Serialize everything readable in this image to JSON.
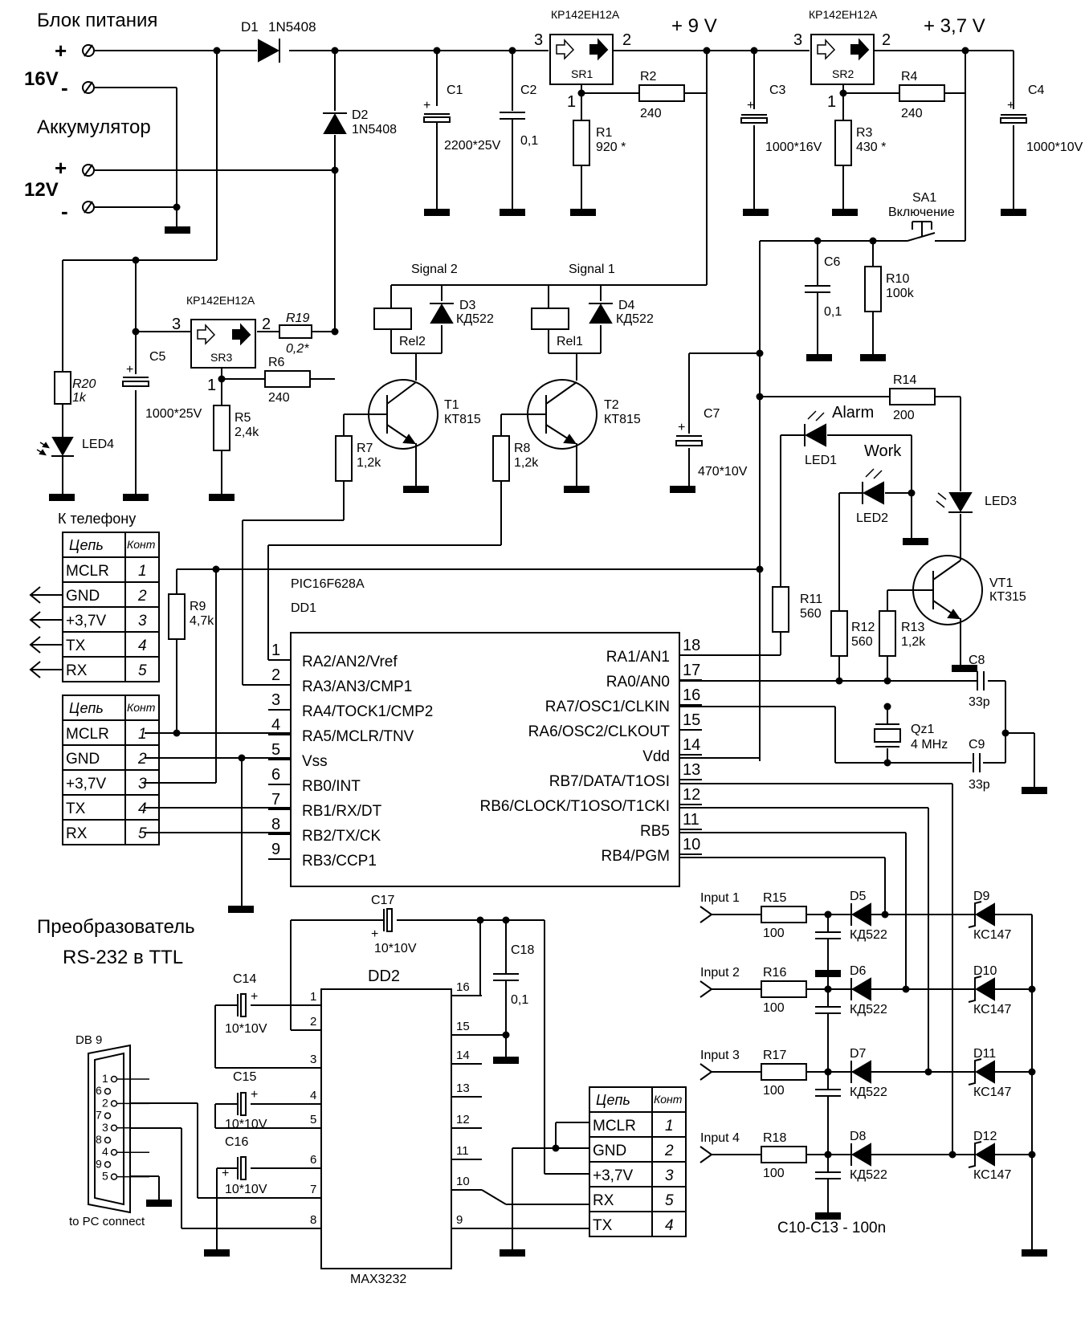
{
  "domain": "Diagram",
  "blocks": {
    "power_supply": "Блок питания",
    "battery": "Аккумулятор",
    "to_phone": "К телефону",
    "converter_1": "Преобразователь",
    "converter_2": "RS-232 в TTL",
    "v16": "16V",
    "v12": "12V",
    "plus": "+",
    "minus": "-",
    "rail_9v": "+ 9 V",
    "rail_37v": "+ 3,7 V"
  },
  "components": {
    "D1": "D1",
    "D1v": "1N5408",
    "D2": "D2",
    "D2v": "1N5408",
    "SR1": "SR1",
    "SR2": "SR2",
    "SR3": "SR3",
    "SRv": "КР142ЕН12А",
    "C1": "C1",
    "C1v": "2200*25V",
    "C2": "C2",
    "C2v": "0,1",
    "C3": "C3",
    "C3v": "1000*16V",
    "C4": "C4",
    "C4v": "1000*10V",
    "C5": "C5",
    "C5v": "1000*25V",
    "C6": "C6",
    "C6v": "0,1",
    "C7": "C7",
    "C7v": "470*10V",
    "C8": "C8",
    "C9": "C9",
    "C89v": "33p",
    "C14": "C14",
    "C15": "C15",
    "C16": "C16",
    "C17": "C17",
    "C1417v": "10*10V",
    "C18": "C18",
    "C18v": "0,1",
    "Cin": "C10-C13 - 100n",
    "R1": "R1",
    "R1v": "920 *",
    "R2": "R2",
    "R2v": "240",
    "R3": "R3",
    "R3v": "430 *",
    "R4": "R4",
    "R4v": "240",
    "R5": "R5",
    "R5v": "2,4k",
    "R6": "R6",
    "R6v": "240",
    "R19": "R19",
    "R19v": "0,2*",
    "R20": "R20",
    "R20v": "1k",
    "R7": "R7",
    "R7v": "1,2k",
    "R8": "R8",
    "R8v": "1,2k",
    "R9": "R9",
    "R9v": "4,7k",
    "R10": "R10",
    "R10v": "100k",
    "R11": "R11",
    "R11v": "560",
    "R12": "R12",
    "R12v": "560",
    "R13": "R13",
    "R13v": "1,2k",
    "R14": "R14",
    "R14v": "200",
    "R15": "R15",
    "R16": "R16",
    "R17": "R17",
    "R18": "R18",
    "R1518v": "100",
    "D3": "D3",
    "D4": "D4",
    "D5": "D5",
    "D6": "D6",
    "D7": "D7",
    "D8": "D8",
    "KD": "КД522",
    "D9": "D9",
    "D10": "D10",
    "D11": "D11",
    "D12": "D12",
    "KS": "КС147",
    "T1": "T1",
    "T2": "T2",
    "KT815": "КТ815",
    "VT1": "VT1",
    "KT315": "КТ315",
    "Rel1": "Rel1",
    "Rel2": "Rel2",
    "Signal1": "Signal 1",
    "Signal2": "Signal 2",
    "LED1": "LED1",
    "LED2": "LED2",
    "LED3": "LED3",
    "LED4": "LED4",
    "Alarm": "Alarm",
    "Work": "Work",
    "SA1": "SA1",
    "SA1v": "Включение",
    "Qz1": "Qz1",
    "Qz1v": "4 MHz",
    "DD1": "DD1",
    "PIC": "PIC16F628A",
    "DD2": "DD2",
    "MAX": "MAX3232",
    "DB9": "DB 9",
    "pc": "to PC connect",
    "Input1": "Input 1",
    "Input2": "Input 2",
    "Input3": "Input 3",
    "Input4": "Input 4"
  },
  "pic_left": [
    {
      "n": "1",
      "name": "RA2/AN2/Vref"
    },
    {
      "n": "2",
      "name": "RA3/AN3/CMP1"
    },
    {
      "n": "3",
      "name": "RA4/TOCK1/CMP2"
    },
    {
      "n": "4",
      "name": "RA5/MCLR/TNV"
    },
    {
      "n": "5",
      "name": "Vss"
    },
    {
      "n": "6",
      "name": "RB0/INT"
    },
    {
      "n": "7",
      "name": "RB1/RX/DT"
    },
    {
      "n": "8",
      "name": "RB2/TX/CK"
    },
    {
      "n": "9",
      "name": "RB3/CCP1"
    }
  ],
  "pic_right": [
    {
      "n": "18",
      "name": "RA1/AN1"
    },
    {
      "n": "17",
      "name": "RA0/AN0"
    },
    {
      "n": "16",
      "name": "RA7/OSC1/CLKIN"
    },
    {
      "n": "15",
      "name": "RA6/OSC2/CLKOUT"
    },
    {
      "n": "14",
      "name": "Vdd"
    },
    {
      "n": "13",
      "name": "RB7/DATA/T1OSI"
    },
    {
      "n": "12",
      "name": "RB6/CLOCK/T1OSO/T1CKI"
    },
    {
      "n": "11",
      "name": "RB5"
    },
    {
      "n": "10",
      "name": "RB4/PGM"
    }
  ],
  "max_left": [
    "1",
    "2",
    "3",
    "4",
    "5",
    "6",
    "7",
    "8"
  ],
  "max_right": [
    "16",
    "15",
    "14",
    "13",
    "12",
    "11",
    "10",
    "9"
  ],
  "db9_pins": [
    "1",
    "6",
    "2",
    "7",
    "3",
    "8",
    "4",
    "9",
    "5"
  ],
  "table_header": {
    "c1": "Цепь",
    "c2": "Конт"
  },
  "table_phone": [
    {
      "net": "MCLR",
      "pin": "1"
    },
    {
      "net": "GND",
      "pin": "2"
    },
    {
      "net": "+3,7V",
      "pin": "3"
    },
    {
      "net": "TX",
      "pin": "4"
    },
    {
      "net": "RX",
      "pin": "5"
    }
  ],
  "table_conv": [
    {
      "net": "MCLR",
      "pin": "1"
    },
    {
      "net": "GND",
      "pin": "2"
    },
    {
      "net": "+3,7V",
      "pin": "3"
    },
    {
      "net": "RX",
      "pin": "5"
    },
    {
      "net": "TX",
      "pin": "4"
    }
  ],
  "reg_pins": {
    "in": "3",
    "out": "2",
    "adj": "1"
  }
}
